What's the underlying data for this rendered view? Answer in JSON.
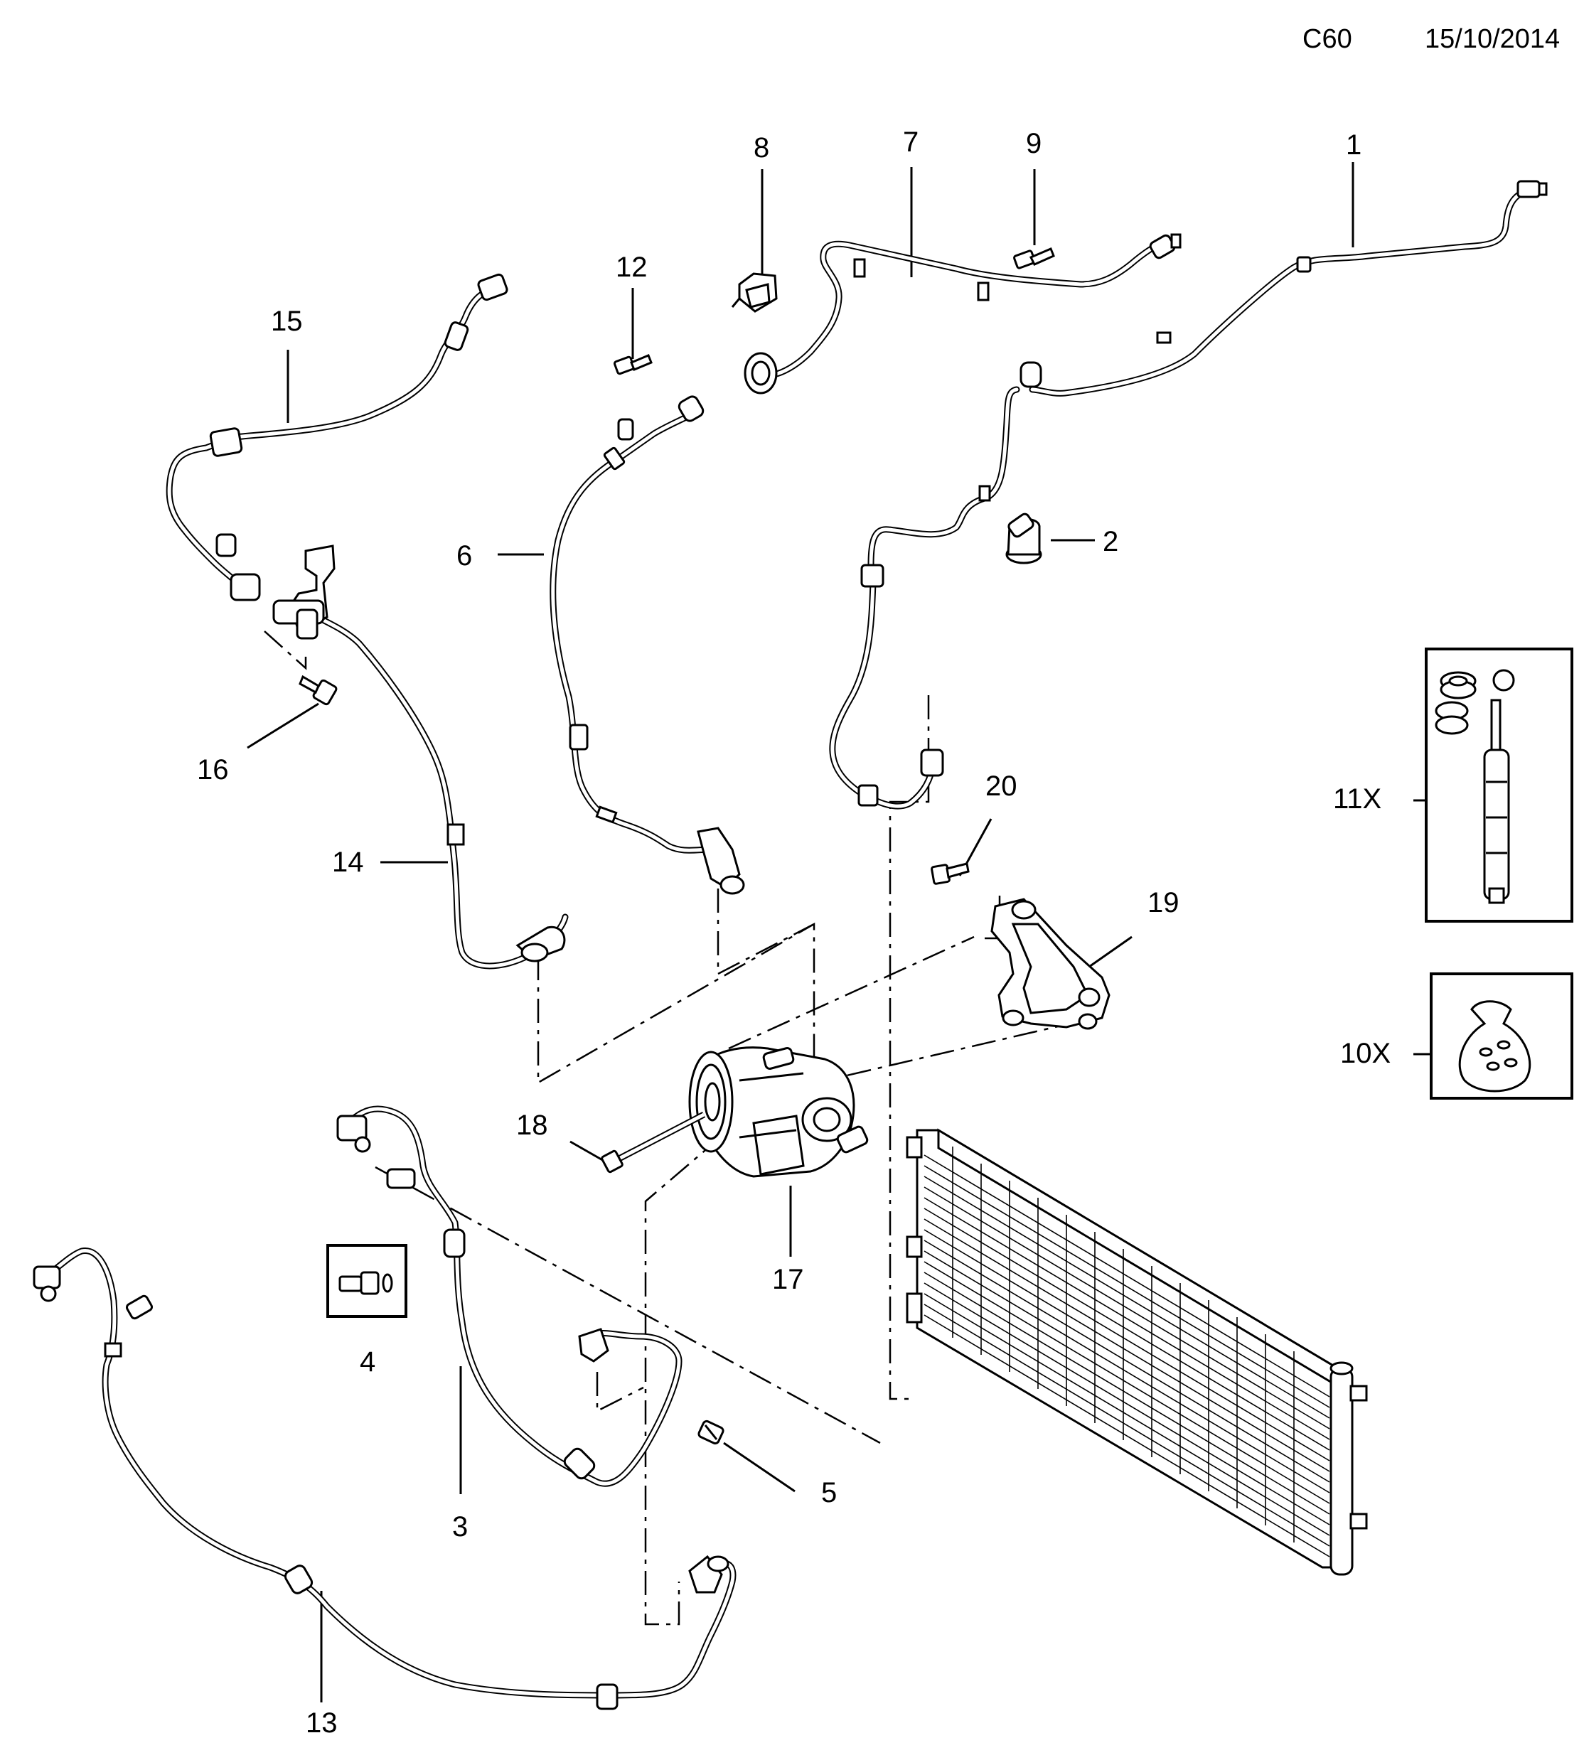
{
  "header": {
    "code": "C60",
    "date": "15/10/2014"
  },
  "callouts": {
    "p1": "1",
    "p2": "2",
    "p3": "3",
    "p4": "4",
    "p5": "5",
    "p6": "6",
    "p7": "7",
    "p8": "8",
    "p9": "9",
    "p10": "10X",
    "p11": "11X",
    "p12": "12",
    "p13": "13",
    "p14": "14",
    "p15": "15",
    "p16": "16",
    "p17": "17",
    "p18": "18",
    "p19": "19",
    "p20": "20"
  }
}
